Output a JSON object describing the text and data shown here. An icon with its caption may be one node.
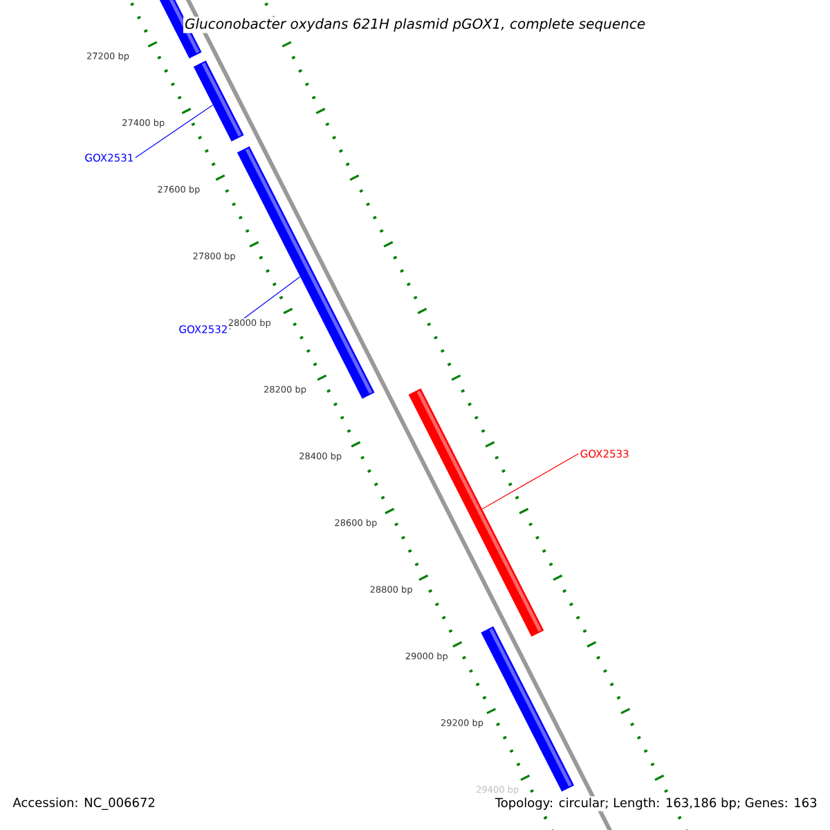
{
  "diagram": {
    "title": "Gluconobacter oxydans 621H plasmid pGOX1, complete sequence",
    "nodes": [
      {
        "text": [
          "GOX2531"
        ]
      },
      {
        "text": [
          "GOX2532"
        ]
      },
      {
        "text": [
          "GOX2533"
        ]
      },
      {
        "text": [],
        "shape": "bar"
      },
      {
        "text": [],
        "shape": "bar"
      },
      {
        "text": [],
        "shape": "bar"
      },
      {
        "text": [],
        "shape": "bar"
      },
      {
        "text": [],
        "shape": "bar"
      }
    ],
    "edges": [
      {
        "from": 0,
        "to": 4,
        "arrow": "none",
        "color": "#0000ff"
      },
      {
        "from": 1,
        "to": 5,
        "arrow": "none",
        "color": "#0000ff"
      },
      {
        "from": 2,
        "to": 6,
        "arrow": "none",
        "color": "#ff0000"
      }
    ],
    "labels": [
      "27200 bp",
      "27400 bp",
      "27600 bp",
      "27800 bp",
      "28000 bp",
      "28200 bp",
      "28400 bp",
      "28600 bp",
      "28800 bp",
      "29000 bp",
      "29200 bp",
      "29400 bp",
      "Accession: NC_006672",
      "Topology: circular; Length: 163,186 bp; Genes: 163"
    ]
  }
}
